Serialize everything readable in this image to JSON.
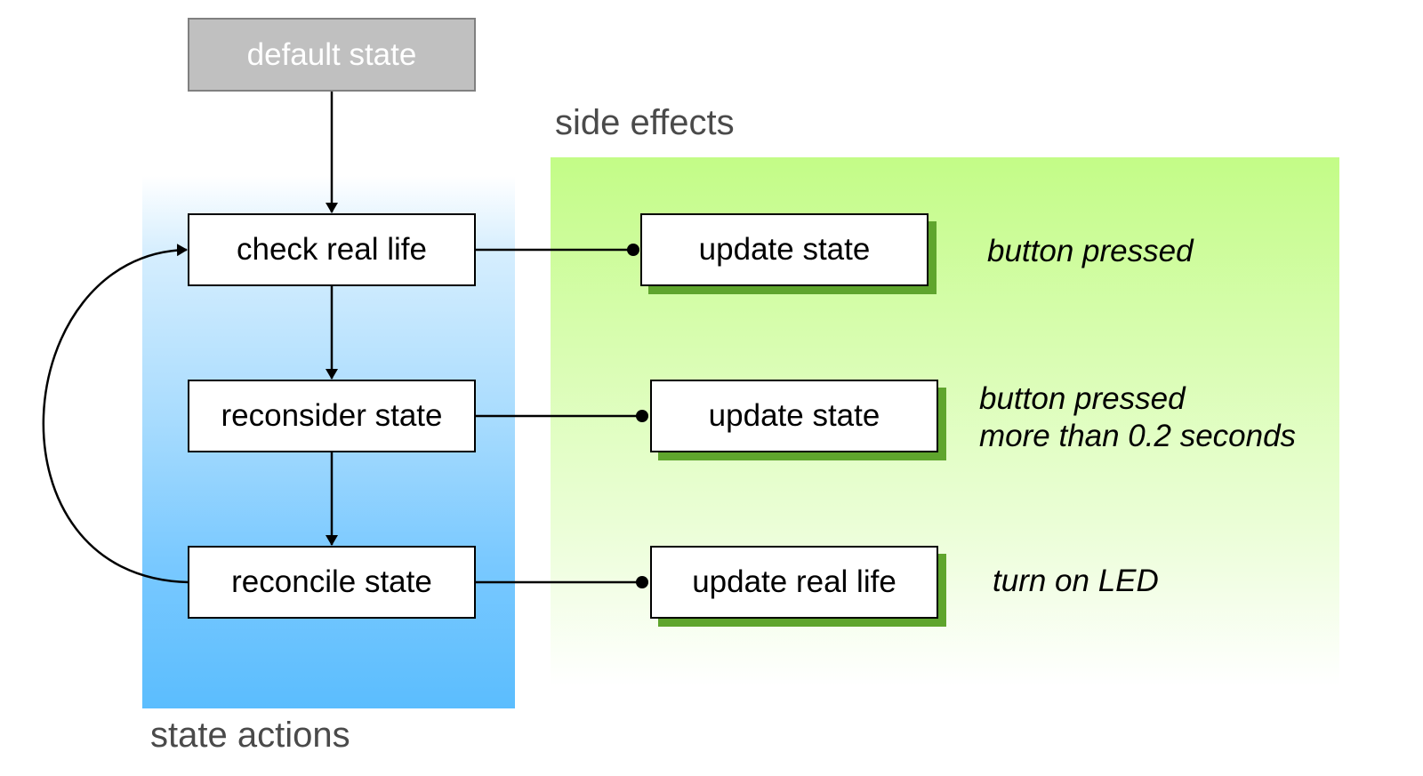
{
  "regions": {
    "state_actions_label": "state actions",
    "side_effects_label": "side effects"
  },
  "nodes": {
    "default_state": "default state",
    "check_real_life": "check real life",
    "reconsider_state": "reconsider state",
    "reconcile_state": "reconcile state",
    "update_state_1": "update state",
    "update_state_2": "update state",
    "update_real_life": "update real life"
  },
  "notes": {
    "note_1": "button pressed",
    "note_2_line1": "button pressed",
    "note_2_line2": "more than 0.2 seconds",
    "note_3": "turn on LED"
  },
  "colors": {
    "state_actions_region": "#5bbdfe",
    "side_effects_region": "#c3fc87",
    "side_effect_shadow": "#5fa52d",
    "default_state_fill": "#c0c0c0"
  }
}
